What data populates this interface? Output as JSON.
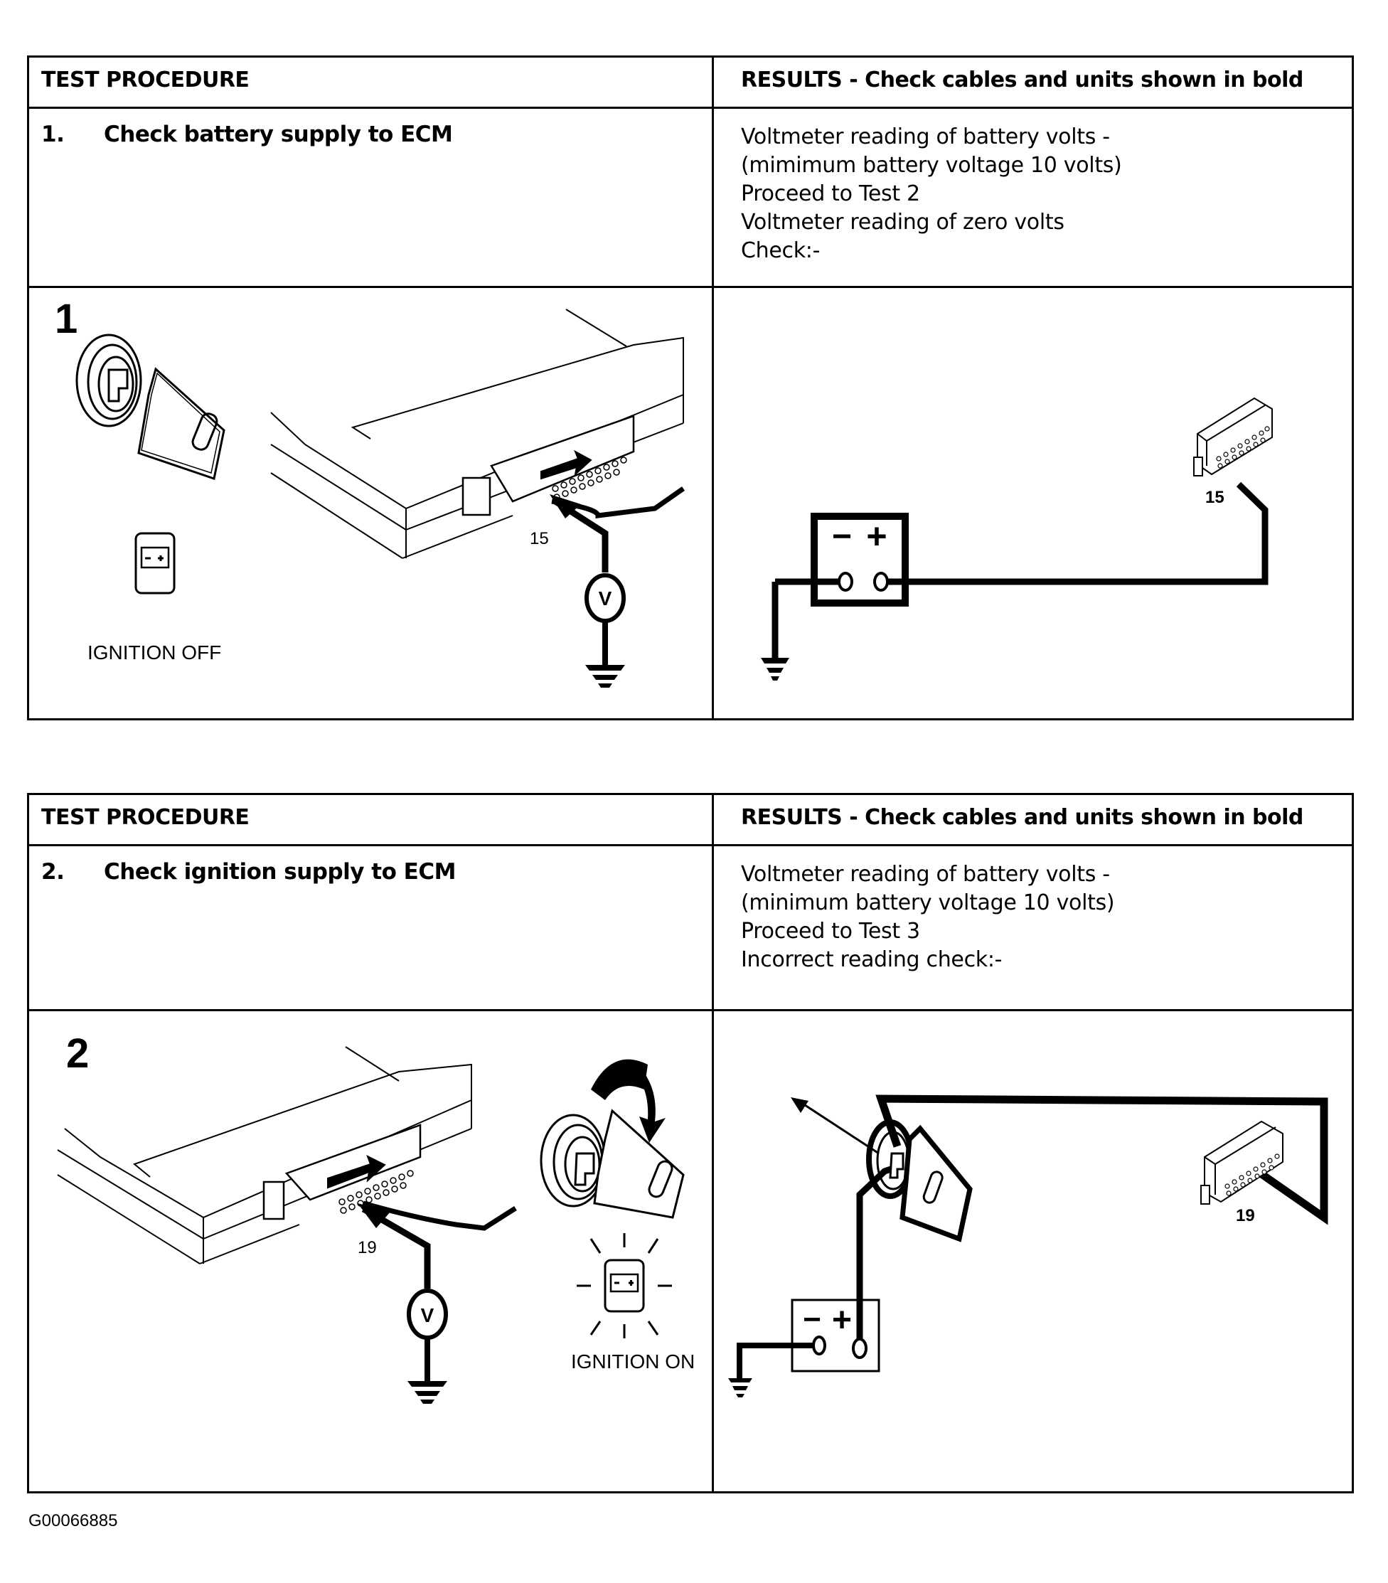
{
  "tests": [
    {
      "header_left": "TEST PROCEDURE",
      "header_right": "RESULTS - Check cables and units shown in bold",
      "step_number": "1.",
      "step_title": "Check battery supply to ECM",
      "results": [
        "Voltmeter reading of battery volts -",
        "(mimimum battery voltage 10 volts)",
        "Proceed to Test 2",
        "Voltmeter reading of zero volts",
        "Check:-"
      ],
      "figure_number": "1",
      "ignition_label": "IGNITION OFF",
      "ignition_state": "off",
      "pin_label": "15",
      "voltmeter_symbol": "V",
      "battery_minus": "−",
      "battery_plus": "+"
    },
    {
      "header_left": "TEST PROCEDURE",
      "header_right": "RESULTS - Check cables and units shown in bold",
      "step_number": "2.",
      "step_title": "Check ignition supply to ECM",
      "results": [
        "Voltmeter reading of battery volts -",
        "(minimum battery voltage 10 volts)",
        "Proceed to Test 3",
        "Incorrect reading check:-"
      ],
      "figure_number": "2",
      "ignition_label": "IGNITION ON",
      "ignition_state": "on",
      "pin_label": "19",
      "voltmeter_symbol": "V",
      "battery_minus": "−",
      "battery_plus": "+"
    }
  ],
  "footer_code": "G00066885"
}
